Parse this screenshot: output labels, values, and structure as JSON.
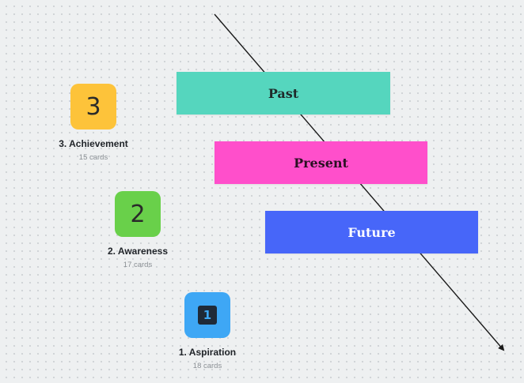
{
  "colors": {
    "past": "#55d6be",
    "present": "#ff4fcb",
    "future": "#4766f9",
    "achievement": "#fdc33a",
    "awareness": "#69d04a",
    "aspiration": "#3ea7f5",
    "badge_dark": "#1f2a38",
    "arrow": "#1a1a1a"
  },
  "timeline": {
    "banners": [
      {
        "label": "Past"
      },
      {
        "label": "Present"
      },
      {
        "label": "Future"
      }
    ]
  },
  "decks": [
    {
      "icon_text": "3",
      "title": "3. Achievement",
      "count": "15 cards"
    },
    {
      "icon_text": "2",
      "title": "2. Awareness",
      "count": "17 cards"
    },
    {
      "icon_text": "1",
      "title": "1. Aspiration",
      "count": "18 cards"
    }
  ]
}
